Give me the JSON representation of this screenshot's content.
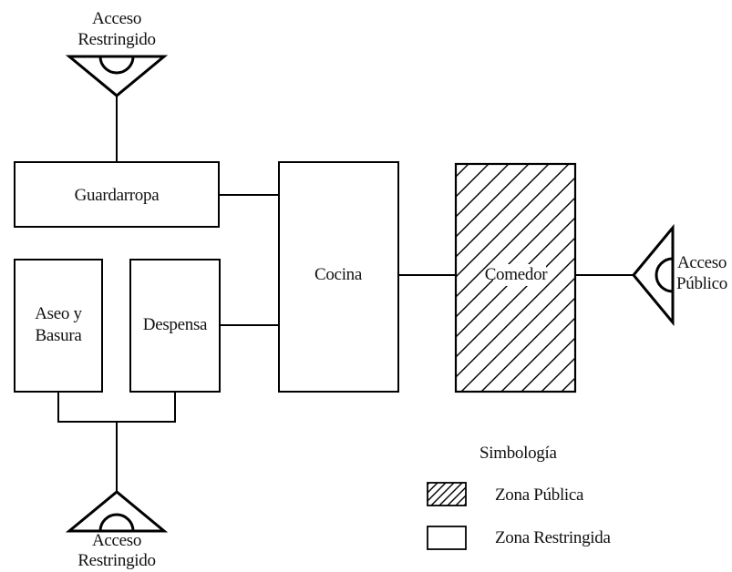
{
  "diagram": {
    "access_top": {
      "line1": "Acceso",
      "line2": "Restringido"
    },
    "access_bottom": {
      "line1": "Acceso",
      "line2": "Restringido"
    },
    "access_right": {
      "line1": "Acceso",
      "line2": "Público"
    },
    "rooms": {
      "guardarropa": "Guardarropa",
      "aseo_basura": {
        "line1": "Aseo y",
        "line2": "Basura"
      },
      "despensa": "Despensa",
      "cocina": "Cocina",
      "comedor": "Comedor"
    },
    "legend": {
      "title": "Simbología",
      "public_zone": "Zona Pública",
      "restricted_zone": "Zona Restringida"
    }
  }
}
